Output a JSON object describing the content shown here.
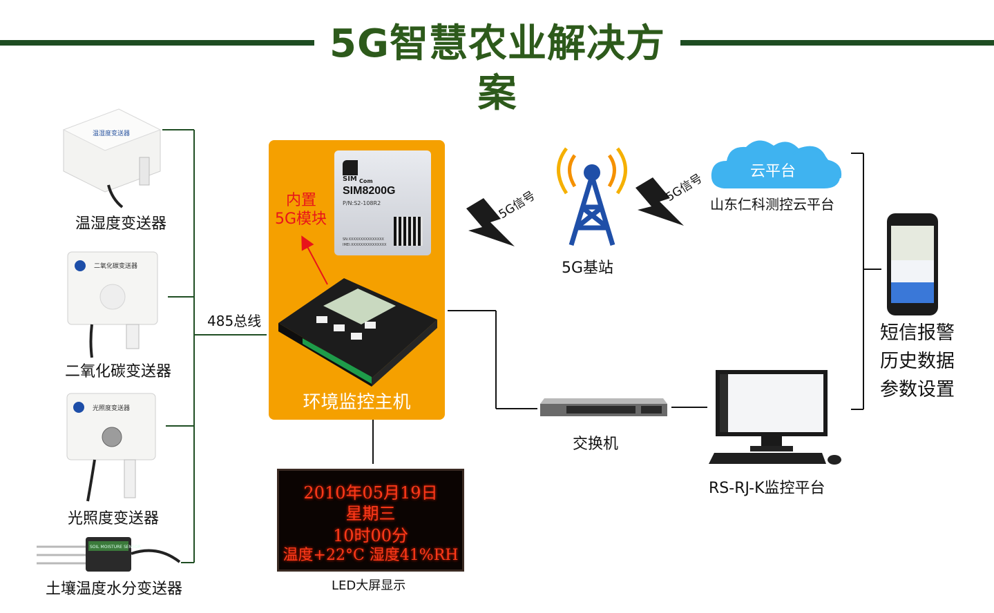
{
  "title": "5G智慧农业解决方案",
  "colors": {
    "title": "#2d5a1b",
    "rule": "#1e4d22",
    "host_box": "#f5a000",
    "red_text": "#e8141a",
    "cloud": "#3fb3f0"
  },
  "sensors": [
    {
      "label": "温湿度变送器"
    },
    {
      "label": "二氧化碳变送器"
    },
    {
      "label": "光照度变送器"
    },
    {
      "label": "土壤温度水分变送器"
    }
  ],
  "bus_label": "485总线",
  "host": {
    "label": "环境监控主机",
    "module_line1": "内置",
    "module_line2": "5G模块",
    "sim_brand": "SIM",
    "sim_brand_small": "Com",
    "sim_model": "SIM8200G",
    "sim_pn": "P/N:S2-108R2",
    "sim_sn": "SN:XXXXXXXXXXXXXXX",
    "sim_imei": "IMEI:XXXXXXXXXXXXXXX"
  },
  "signal_label_1": "5G信号",
  "signal_label_2": "5G信号",
  "base_station_label": "5G基站",
  "cloud": {
    "inner": "云平台",
    "label": "山东仁科测控云平台"
  },
  "switch_label": "交换机",
  "platform_label": "RS-RJ-K监控平台",
  "alerts": [
    "短信报警",
    "历史数据",
    "参数设置"
  ],
  "led": {
    "lines": [
      "2010年05月19日",
      "星期三",
      "10时00分",
      "温度+22°C 湿度41%RH"
    ],
    "label": "LED大屏显示"
  },
  "sensor_panels": [
    "温湿度变送器",
    "二氧化碳变送器",
    "光照度变送器",
    "SOIL MOISTURE SENSOR"
  ]
}
